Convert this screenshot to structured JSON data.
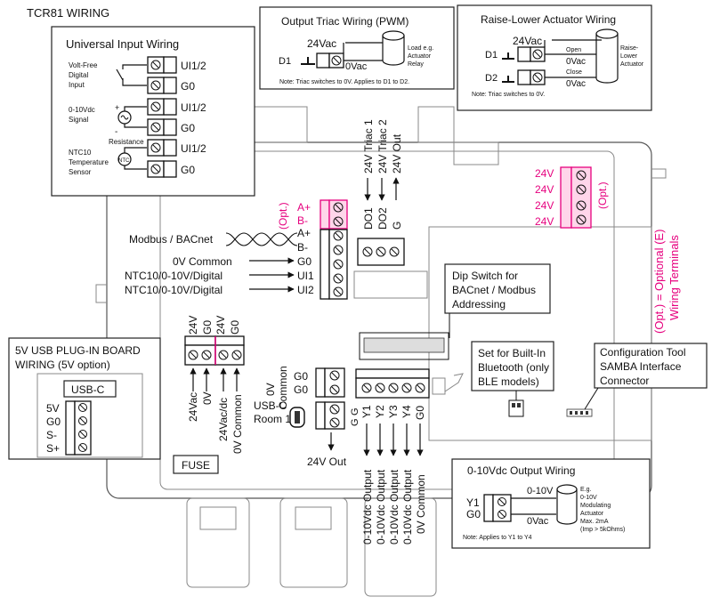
{
  "title": "TCR81 WIRING",
  "universal_input": {
    "heading": "Universal Input Wiring",
    "volt_free": [
      "Volt-Free",
      "Digital",
      "Input"
    ],
    "signal_010": [
      "0-10Vdc",
      "Signal"
    ],
    "ntc": [
      "NTC10",
      "Temperature",
      "Sensor"
    ],
    "resistance": "Resistance",
    "ntc_badge": "NTC",
    "plus": "+",
    "minus": "-",
    "ui": "UI1/2",
    "g0": "G0"
  },
  "triac": {
    "heading": "Output Triac Wiring (PWM)",
    "v24": "24Vac",
    "v0": "0Vac",
    "d1": "D1",
    "load": [
      "Load e.g.",
      "Actuator",
      "Relay"
    ],
    "note": "Note: Triac switches to 0V. Applies to D1 to D2."
  },
  "raise_lower": {
    "heading": "Raise-Lower Actuator Wiring",
    "v24": "24Vac",
    "d1": "D1",
    "d2": "D2",
    "open": "Open",
    "close": "Close",
    "v0a": "0Vac",
    "v0b": "0Vac",
    "actuator": [
      "Raise-",
      "Lower",
      "Actuator"
    ],
    "note": "Note: Triac switches to 0V."
  },
  "top_outputs": [
    "24V Triac 1",
    "24V Triac 2",
    "24V Out"
  ],
  "do_labels": [
    "DO1",
    "DO2",
    "G"
  ],
  "right_24v": [
    "24V",
    "24V",
    "24V",
    "24V"
  ],
  "opt": "(Opt.)",
  "optional_note": [
    "(Opt.) = Optional (E)",
    "Wiring Terminals"
  ],
  "modbus": {
    "label": "Modbus / BACnet",
    "opt_terms": [
      "A+",
      "B-"
    ],
    "terms": [
      "A+",
      "B-",
      "G0",
      "UI1",
      "UI2"
    ],
    "zero_common": "0V Common",
    "ntc1": "NTC10/0-10V/Digital",
    "ntc2": "NTC10/0-10V/Digital"
  },
  "dip": [
    "Dip Switch for",
    "BACnet / Modbus",
    "Addressing"
  ],
  "bluetooth": [
    "Set for Built-In",
    "Bluetooth (only",
    "BLE models)"
  ],
  "config_tool": [
    "Configuration Tool",
    "SAMBA Interface",
    "Connector"
  ],
  "usb_board": {
    "heading": [
      "5V USB PLUG-IN BOARD",
      "WIRING (5V option)"
    ],
    "usbc": "USB-C",
    "pins": [
      "5V",
      "G0",
      "S-",
      "S+"
    ]
  },
  "power": {
    "top": [
      "24V",
      "G0",
      "24V",
      "G0"
    ],
    "bottom": [
      "24Vac",
      "0V",
      "24Vac/dc",
      "0V Common"
    ]
  },
  "mid": {
    "zero_common": [
      "0V",
      "Common"
    ],
    "g0a": "G0",
    "g0b": "G0",
    "usbc_room": [
      "USB-C",
      "Room 1"
    ],
    "g_a": "G",
    "g_b": "G",
    "out24": "24V Out"
  },
  "y_labels": [
    "Y1",
    "Y2",
    "Y3",
    "Y4",
    "G0"
  ],
  "y_outputs": [
    "0-10Vdc Output",
    "0-10Vdc Output",
    "0-10Vdc Output",
    "0-10Vdc Output",
    "0V Common"
  ],
  "fuse": "FUSE",
  "out_010": {
    "heading": "0-10Vdc Output Wiring",
    "y1": "Y1",
    "g0": "G0",
    "v010": "0-10V",
    "v0": "0Vac",
    "desc": [
      "E.g.",
      "0-10V",
      "Modulating",
      "Actuator",
      "Max. 2mA",
      "(Imp > 5kOhms)"
    ],
    "note": "Note: Applies to Y1 to Y4"
  }
}
